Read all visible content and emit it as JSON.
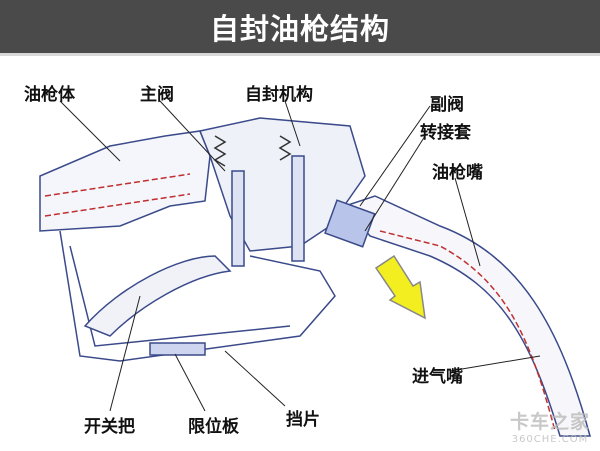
{
  "title": "自封油枪结构",
  "labels": {
    "gun_body": "油枪体",
    "main_valve": "主阀",
    "self_seal": "自封机构",
    "aux_valve": "副阀",
    "adapter_sleeve": "转接套",
    "nozzle_spout": "油枪嘴",
    "air_inlet": "进气嘴",
    "trigger": "开关把",
    "limit_plate": "限位板",
    "baffle": "挡片"
  },
  "watermark": {
    "brand": "卡车之家",
    "site": "360CHE.COM"
  },
  "colors": {
    "title_bg": "#4a4a4a",
    "outline": "#3a4a8a",
    "accent_arrow": "#f2ee20"
  }
}
